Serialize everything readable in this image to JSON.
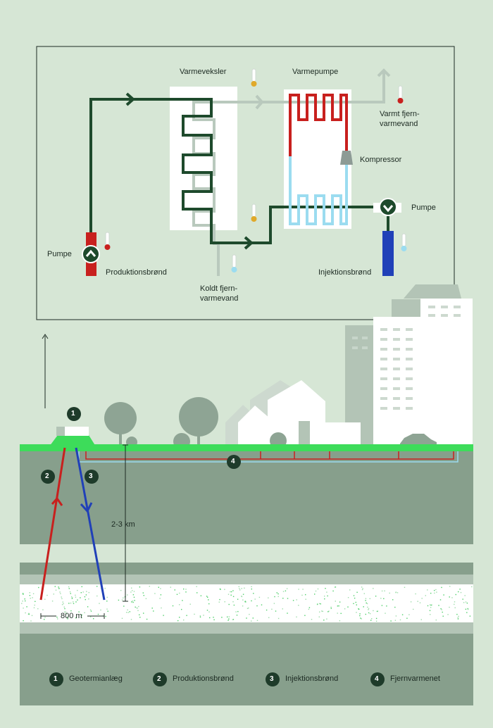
{
  "diagram": {
    "heat_exchanger_label": "Varmeveksler",
    "heat_pump_label": "Varmepumpe",
    "warm_water_label": "Varmt fjern-\nvarmevand",
    "compressor_label": "Kompressor",
    "pump_right_label": "Pumpe",
    "pump_left_label": "Pumpe",
    "production_well_label": "Produktionsbrønd",
    "injection_well_label": "Injektionsbrønd",
    "cold_water_label": "Koldt fjern-\nvarmevand",
    "depth_label": "2-3 km",
    "distance_label": "800 m",
    "markers": [
      "1",
      "2",
      "3",
      "4"
    ]
  },
  "legend": [
    {
      "num": "1",
      "label": "Geotermianlæg"
    },
    {
      "num": "2",
      "label": "Produktionsbrønd"
    },
    {
      "num": "3",
      "label": "Injektionsbrønd"
    },
    {
      "num": "4",
      "label": "Fjernvarmenet"
    }
  ],
  "colors": {
    "background": "#d6e6d5",
    "dark_green": "#1e4a2c",
    "red": "#c8201e",
    "blue": "#2040b8",
    "light_blue": "#9bdcf0",
    "grass": "#3ddc5a",
    "ground": "#879f8c"
  }
}
